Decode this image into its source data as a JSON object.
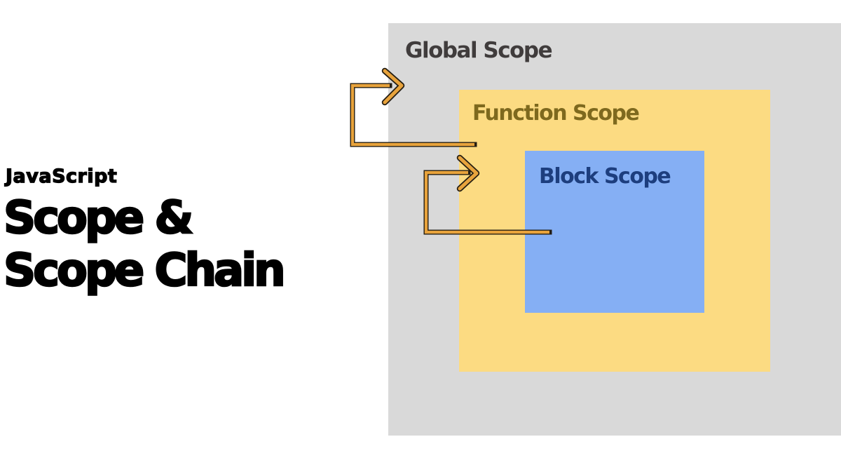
{
  "title": {
    "kicker": "JavaScript",
    "line1": "Scope &",
    "line2": "Scope Chain"
  },
  "diagram": {
    "global_label": "Global Scope",
    "function_label": "Function Scope",
    "block_label": "Block Scope"
  },
  "colors": {
    "page_bg": "#ffffff",
    "title_text": "#000000",
    "global_bg": "#d9d9d9",
    "global_text": "#403c3c",
    "function_bg": "#fcdb82",
    "function_text": "#7e691e",
    "block_bg": "#85aff4",
    "block_text": "#1d3e7e",
    "arrow_fill": "#e8a33c",
    "arrow_outline": "#241d12"
  }
}
